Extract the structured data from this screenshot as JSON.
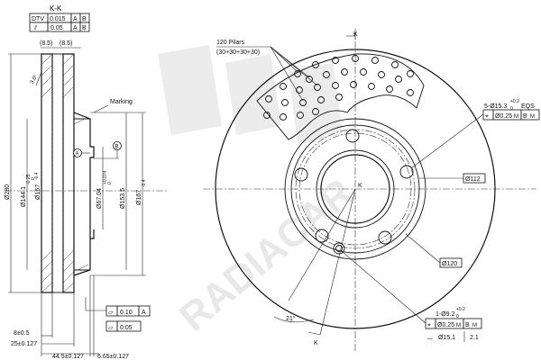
{
  "section": {
    "title": "K-K",
    "fcf_row1": [
      "DTV",
      "0.015",
      "A",
      "B"
    ],
    "fcf_row2": [
      "⫽",
      "0.05",
      "A",
      "B"
    ],
    "vane_thickness": [
      "(8.5)",
      "(8.5)"
    ],
    "angle_label": "3.0°",
    "marking_label": "Marking",
    "datum_a": "A",
    "datum_b": "B",
    "dia_280": "Ø280",
    "dia_144": "Ø144.1",
    "dia_144_tol_upper": "-0.25",
    "dia_144_tol_lower": "0",
    "dia_167a": "Ø167",
    "dia_167a_tol": "-0.4",
    "dia_67": "Ø67.04",
    "dia_67_tol_upper": "+0.074",
    "dia_67_tol_lower": "0",
    "dia_153": "Ø153.5",
    "dia_167b": "Ø167",
    "dia_167b_tol": "-0.4",
    "fcf_flat_sym": "⏥",
    "fcf_flat_val": "0.10",
    "fcf_flat_datum": "A",
    "fcf_par_sym": "▱",
    "fcf_par_val": "0.05",
    "dim_8": "8±0.5",
    "dim_25": "25±0.127",
    "dim_44": "44.5±0.127",
    "dim_665": "6.65±0.127"
  },
  "front": {
    "pillars_label": "120 Pilars",
    "pillars_breakdown": "(30+30+30+30)",
    "cut_k_top": "K",
    "cut_k_center": "K",
    "cut_k_bottom": "K",
    "holes_label": "5-Ø15.3",
    "holes_tol_upper": "+0.2",
    "holes_tol_lower": "0",
    "holes_eqs": "EQS",
    "holes_fcf": [
      "⌖",
      "Ø0.25",
      "M",
      "B",
      "M"
    ],
    "pcd_112": "Ø112",
    "pcd_120": "Ø120",
    "pin_label": "1-Ø9.2",
    "pin_tol_upper": "+0.2",
    "pin_tol_lower": "0",
    "pin_fcf": [
      "⌖",
      "Ø0.25",
      "M",
      "B",
      "M"
    ],
    "pin_depth_sym": "⌴",
    "pin_depth": "Ø15.1",
    "pin_depth_val": "2.1",
    "angle_21": "21°"
  },
  "colors": {
    "line": "#111111",
    "watermark": "#ececec"
  }
}
